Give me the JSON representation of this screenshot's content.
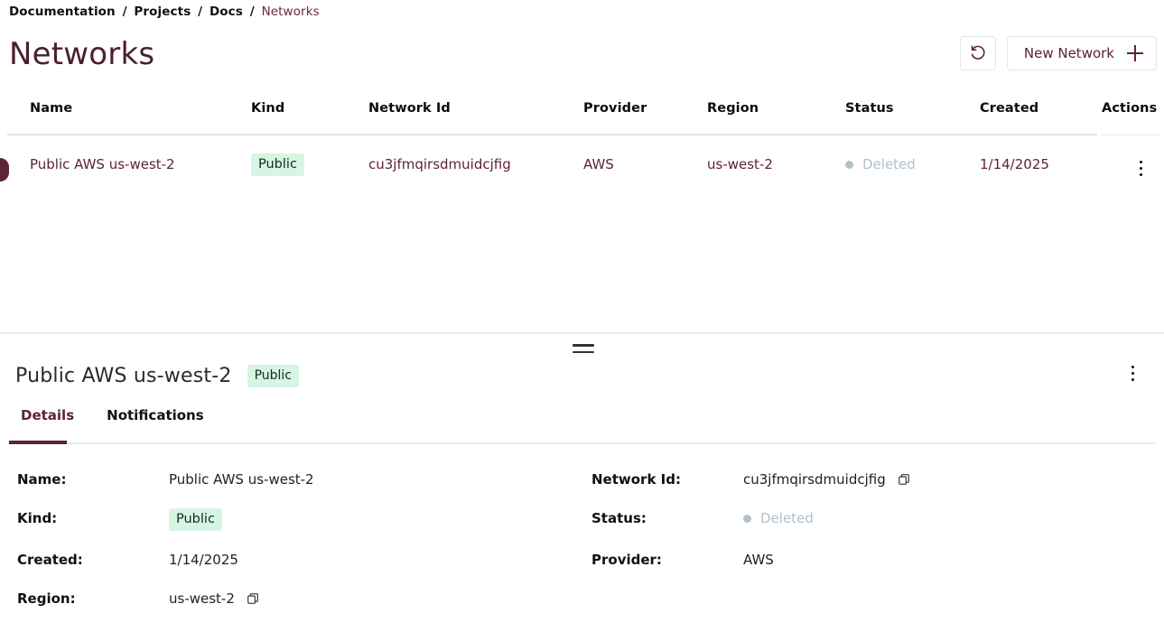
{
  "breadcrumb": {
    "items": [
      {
        "label": "Documentation",
        "current": false
      },
      {
        "label": "Projects",
        "current": false
      },
      {
        "label": "Docs",
        "current": false
      },
      {
        "label": "Networks",
        "current": true
      }
    ],
    "separator": "/"
  },
  "header": {
    "title": "Networks",
    "refresh_icon": "refresh-icon",
    "new_network_label": "New Network",
    "plus_icon": "plus-icon"
  },
  "table": {
    "columns": [
      "Name",
      "Kind",
      "Network Id",
      "Provider",
      "Region",
      "Status",
      "Created",
      "Actions"
    ],
    "rows": [
      {
        "name": "Public AWS us-west-2",
        "kind": "Public",
        "network_id": "cu3jfmqirsdmuidcjfig",
        "provider": "AWS",
        "region": "us-west-2",
        "status": "Deleted",
        "created": "1/14/2025",
        "actions_icon": "kebab-menu-icon",
        "selected": true
      }
    ]
  },
  "detail": {
    "title": "Public AWS us-west-2",
    "badge": "Public",
    "menu_icon": "kebab-menu-icon",
    "tabs": [
      {
        "label": "Details",
        "active": true
      },
      {
        "label": "Notifications",
        "active": false
      }
    ],
    "fields": {
      "name_label": "Name:",
      "name_value": "Public AWS us-west-2",
      "network_id_label": "Network Id:",
      "network_id_value": "cu3jfmqirsdmuidcjfig",
      "kind_label": "Kind:",
      "kind_value": "Public",
      "status_label": "Status:",
      "status_value": "Deleted",
      "created_label": "Created:",
      "created_value": "1/14/2025",
      "provider_label": "Provider:",
      "provider_value": "AWS",
      "region_label": "Region:",
      "region_value": "us-west-2",
      "copy_icon": "copy-icon"
    }
  },
  "colors": {
    "accent": "#5d2338",
    "badge_bg": "#d6f5e3",
    "status_muted": "#b3c1cb",
    "rule": "#e8ebee"
  }
}
